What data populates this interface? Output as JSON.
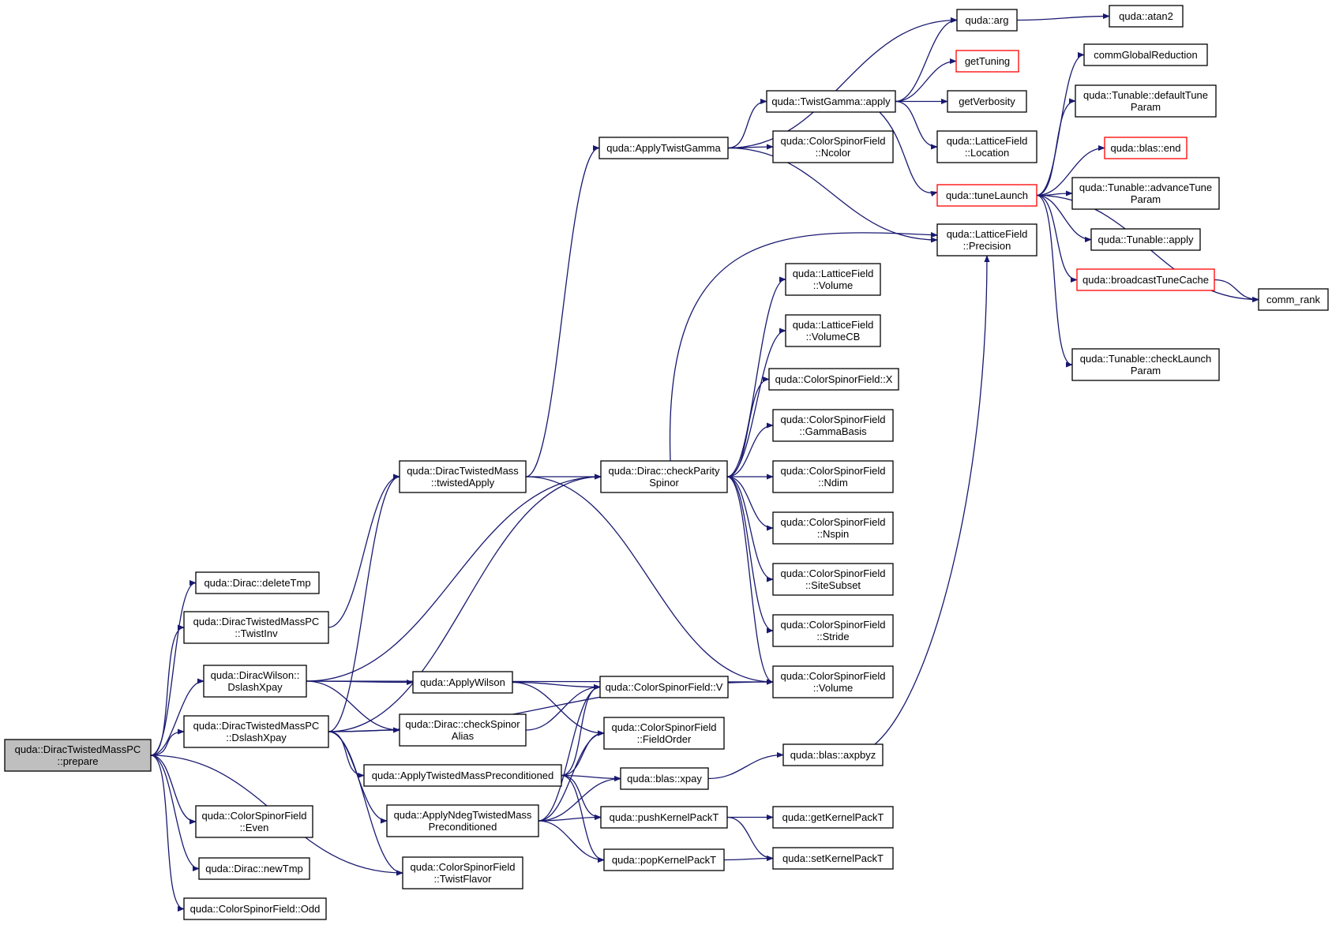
{
  "graph": {
    "edge_color": "#191970",
    "root_fill": "#bfbfbf",
    "highlight_border": "#ff0000",
    "nodes": [
      {
        "id": "prepare",
        "lines": [
          "quda::DiracTwistedMassPC",
          "::prepare"
        ],
        "style": "root"
      },
      {
        "id": "deleteTmp",
        "lines": [
          "quda::Dirac::deleteTmp"
        ]
      },
      {
        "id": "twistInv",
        "lines": [
          "quda::DiracTwistedMassPC",
          "::TwistInv"
        ]
      },
      {
        "id": "wilsonXpay",
        "lines": [
          "quda::DiracWilson::",
          "DslashXpay"
        ]
      },
      {
        "id": "tmpcXpay",
        "lines": [
          "quda::DiracTwistedMassPC",
          "::DslashXpay"
        ]
      },
      {
        "id": "even",
        "lines": [
          "quda::ColorSpinorField",
          "::Even"
        ]
      },
      {
        "id": "newTmp",
        "lines": [
          "quda::Dirac::newTmp"
        ]
      },
      {
        "id": "odd",
        "lines": [
          "quda::ColorSpinorField::Odd"
        ]
      },
      {
        "id": "twistedApply",
        "lines": [
          "quda::DiracTwistedMass",
          "::twistedApply"
        ]
      },
      {
        "id": "applyWilson",
        "lines": [
          "quda::ApplyWilson"
        ]
      },
      {
        "id": "checkAlias",
        "lines": [
          "quda::Dirac::checkSpinor",
          "Alias"
        ]
      },
      {
        "id": "atmp",
        "lines": [
          "quda::ApplyTwistedMassPreconditioned"
        ]
      },
      {
        "id": "andeg",
        "lines": [
          "quda::ApplyNdegTwistedMass",
          "Preconditioned"
        ]
      },
      {
        "id": "twistFlavor",
        "lines": [
          "quda::ColorSpinorField",
          "::TwistFlavor"
        ]
      },
      {
        "id": "applyTwistGamma",
        "lines": [
          "quda::ApplyTwistGamma"
        ]
      },
      {
        "id": "checkParity",
        "lines": [
          "quda::Dirac::checkParity",
          "Spinor"
        ]
      },
      {
        "id": "csfV",
        "lines": [
          "quda::ColorSpinorField::V"
        ]
      },
      {
        "id": "fieldOrder",
        "lines": [
          "quda::ColorSpinorField",
          "::FieldOrder"
        ]
      },
      {
        "id": "xpay",
        "lines": [
          "quda::blas::xpay"
        ]
      },
      {
        "id": "pushK",
        "lines": [
          "quda::pushKernelPackT"
        ]
      },
      {
        "id": "popK",
        "lines": [
          "quda::popKernelPackT"
        ]
      },
      {
        "id": "tgApply",
        "lines": [
          "quda::TwistGamma::apply"
        ]
      },
      {
        "id": "ncolor",
        "lines": [
          "quda::ColorSpinorField",
          "::Ncolor"
        ]
      },
      {
        "id": "lfVolume",
        "lines": [
          "quda::LatticeField",
          "::Volume"
        ]
      },
      {
        "id": "lfVolumeCB",
        "lines": [
          "quda::LatticeField",
          "::VolumeCB"
        ]
      },
      {
        "id": "csfX",
        "lines": [
          "quda::ColorSpinorField::X"
        ]
      },
      {
        "id": "gammaBasis",
        "lines": [
          "quda::ColorSpinorField",
          "::GammaBasis"
        ]
      },
      {
        "id": "ndim",
        "lines": [
          "quda::ColorSpinorField",
          "::Ndim"
        ]
      },
      {
        "id": "nspin",
        "lines": [
          "quda::ColorSpinorField",
          "::Nspin"
        ]
      },
      {
        "id": "siteSubset",
        "lines": [
          "quda::ColorSpinorField",
          "::SiteSubset"
        ]
      },
      {
        "id": "stride",
        "lines": [
          "quda::ColorSpinorField",
          "::Stride"
        ]
      },
      {
        "id": "csfVolume",
        "lines": [
          "quda::ColorSpinorField",
          "::Volume"
        ]
      },
      {
        "id": "axpbyz",
        "lines": [
          "quda::blas::axpbyz"
        ]
      },
      {
        "id": "getKPT",
        "lines": [
          "quda::getKernelPackT"
        ]
      },
      {
        "id": "setKPT",
        "lines": [
          "quda::setKernelPackT"
        ]
      },
      {
        "id": "arg",
        "lines": [
          "quda::arg"
        ]
      },
      {
        "id": "getTuning",
        "lines": [
          "getTuning"
        ],
        "style": "red"
      },
      {
        "id": "getVerbosity",
        "lines": [
          "getVerbosity"
        ]
      },
      {
        "id": "location",
        "lines": [
          "quda::LatticeField",
          "::Location"
        ]
      },
      {
        "id": "tuneLaunch",
        "lines": [
          "quda::tuneLaunch"
        ],
        "style": "red"
      },
      {
        "id": "precision",
        "lines": [
          "quda::LatticeField",
          "::Precision"
        ]
      },
      {
        "id": "atan2",
        "lines": [
          "quda::atan2"
        ]
      },
      {
        "id": "commGR",
        "lines": [
          "commGlobalReduction"
        ]
      },
      {
        "id": "defTune",
        "lines": [
          "quda::Tunable::defaultTune",
          "Param"
        ]
      },
      {
        "id": "blasEnd",
        "lines": [
          "quda::blas::end"
        ],
        "style": "red"
      },
      {
        "id": "advTune",
        "lines": [
          "quda::Tunable::advanceTune",
          "Param"
        ]
      },
      {
        "id": "tunApply",
        "lines": [
          "quda::Tunable::apply"
        ]
      },
      {
        "id": "bcast",
        "lines": [
          "quda::broadcastTuneCache"
        ],
        "style": "red"
      },
      {
        "id": "commRank",
        "lines": [
          "comm_rank"
        ]
      },
      {
        "id": "checkLaunch",
        "lines": [
          "quda::Tunable::checkLaunch",
          "Param"
        ]
      }
    ]
  }
}
